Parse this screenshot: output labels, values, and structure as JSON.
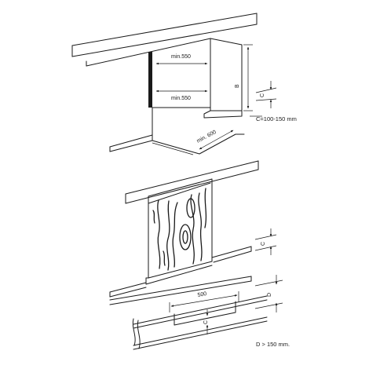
{
  "top_diagram": {
    "width_top": "min.550",
    "width_bottom": "min.550",
    "depth": "min. 600",
    "height_symbol": "B",
    "plinth_symbol": "C",
    "plinth_note": "C=100-150 mm"
  },
  "bottom_diagram": {
    "plinth_symbol_1": "C",
    "plinth_symbol_2": "C",
    "depth_symbol": "D",
    "vent_width": "500",
    "vent_note": "D > 150 mm."
  }
}
